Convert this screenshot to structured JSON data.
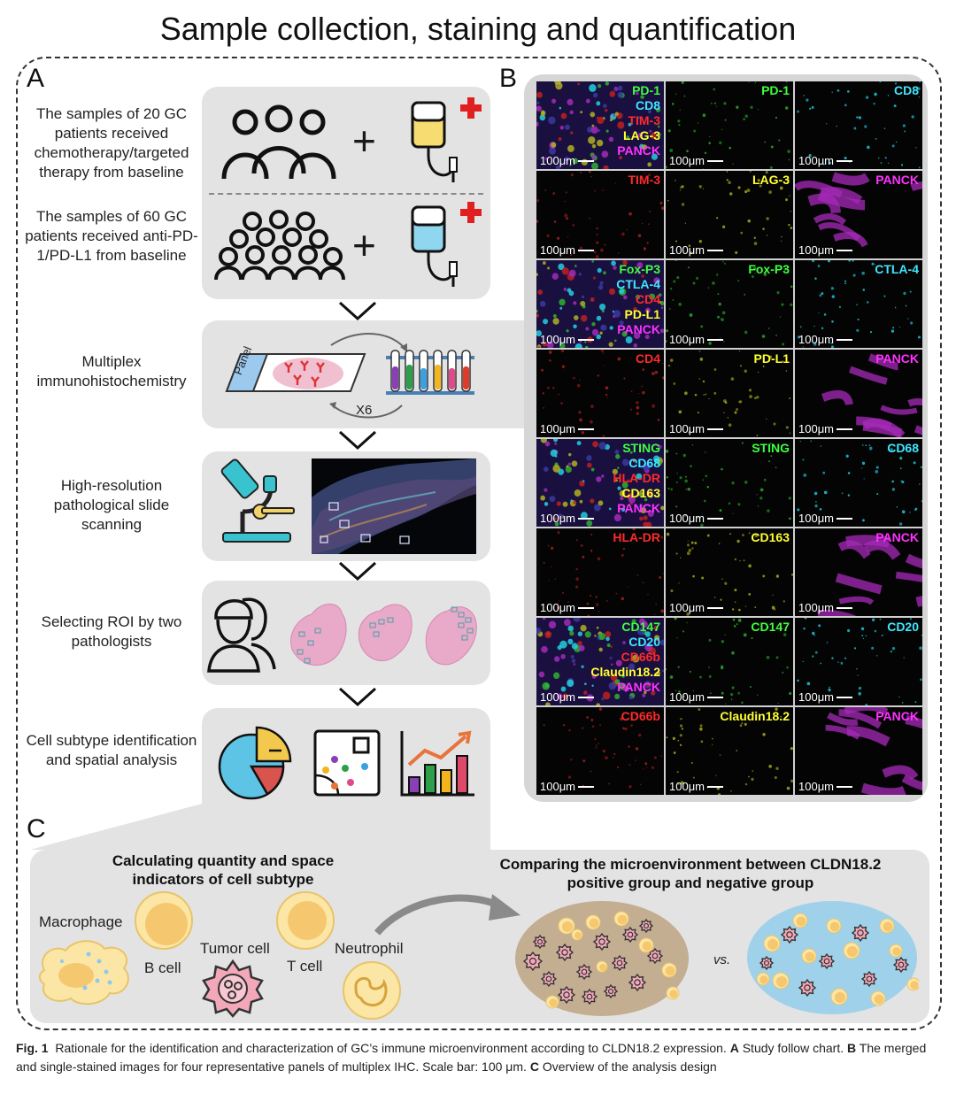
{
  "title": "Sample collection, staining and quantification",
  "section_letters": {
    "a": "A",
    "b": "B",
    "c": "C"
  },
  "panel_a": {
    "steps": [
      {
        "text": "The samples of 20 GC patients received chemotherapy/targeted therapy from baseline"
      },
      {
        "text": "The samples of 60 GC patients  received anti-PD-1/PD-L1 from baseline"
      },
      {
        "text": "Multiplex immunohistochemistry"
      },
      {
        "text": "High-resolution pathological slide scanning"
      },
      {
        "text": "Selecting ROI by two pathologists"
      },
      {
        "text": "Cell subtype identification and spatial analysis"
      }
    ],
    "panel_slide_label": "Panel",
    "cycle_label": "X6",
    "plus_sign": "+"
  },
  "panel_b": {
    "scale_text": "100μm",
    "cells": [
      {
        "labels": [
          [
            "PD-1",
            "#3dff3d"
          ],
          [
            "CD8",
            "#3fe6ff"
          ],
          [
            "TIM-3",
            "#ff2a2a"
          ],
          [
            "LAG-3",
            "#ffff33"
          ],
          [
            "PANCK",
            "#ff33ff"
          ]
        ],
        "tex": "merged"
      },
      {
        "labels": [
          [
            "PD-1",
            "#3dff3d"
          ]
        ],
        "tex": "green"
      },
      {
        "labels": [
          [
            "CD8",
            "#3fe6ff"
          ]
        ],
        "tex": "cyan"
      },
      {
        "labels": [
          [
            "TIM-3",
            "#ff2a2a"
          ]
        ],
        "tex": "red"
      },
      {
        "labels": [
          [
            "LAG-3",
            "#ffff33"
          ]
        ],
        "tex": "yellow"
      },
      {
        "labels": [
          [
            "PANCK",
            "#ff33ff"
          ]
        ],
        "tex": "magenta"
      },
      {
        "labels": [
          [
            "Fox-P3",
            "#3dff3d"
          ],
          [
            "CTLA-4",
            "#3fe6ff"
          ],
          [
            "CD4",
            "#ff2a2a"
          ],
          [
            "PD-L1",
            "#ffff33"
          ],
          [
            "PANCK",
            "#ff33ff"
          ]
        ],
        "tex": "merged"
      },
      {
        "labels": [
          [
            "Fox-P3",
            "#3dff3d"
          ]
        ],
        "tex": "green"
      },
      {
        "labels": [
          [
            "CTLA-4",
            "#3fe6ff"
          ]
        ],
        "tex": "cyan"
      },
      {
        "labels": [
          [
            "CD4",
            "#ff2a2a"
          ]
        ],
        "tex": "red"
      },
      {
        "labels": [
          [
            "PD-L1",
            "#ffff33"
          ]
        ],
        "tex": "yellow"
      },
      {
        "labels": [
          [
            "PANCK",
            "#ff33ff"
          ]
        ],
        "tex": "magenta"
      },
      {
        "labels": [
          [
            "STING",
            "#3dff3d"
          ],
          [
            "CD68",
            "#3fe6ff"
          ],
          [
            "HLA-DR",
            "#ff2a2a"
          ],
          [
            "CD163",
            "#ffff33"
          ],
          [
            "PANCK",
            "#ff33ff"
          ]
        ],
        "tex": "merged"
      },
      {
        "labels": [
          [
            "STING",
            "#3dff3d"
          ]
        ],
        "tex": "green"
      },
      {
        "labels": [
          [
            "CD68",
            "#3fe6ff"
          ]
        ],
        "tex": "cyan"
      },
      {
        "labels": [
          [
            "HLA-DR",
            "#ff2a2a"
          ]
        ],
        "tex": "red"
      },
      {
        "labels": [
          [
            "CD163",
            "#ffff33"
          ]
        ],
        "tex": "yellow"
      },
      {
        "labels": [
          [
            "PANCK",
            "#ff33ff"
          ]
        ],
        "tex": "magenta"
      },
      {
        "labels": [
          [
            "CD147",
            "#3dff3d"
          ],
          [
            "CD20",
            "#3fe6ff"
          ],
          [
            "CD66b",
            "#ff2a2a"
          ],
          [
            "Claudin18.2",
            "#ffff33"
          ],
          [
            "PANCK",
            "#ff33ff"
          ]
        ],
        "tex": "merged"
      },
      {
        "labels": [
          [
            "CD147",
            "#3dff3d"
          ]
        ],
        "tex": "green"
      },
      {
        "labels": [
          [
            "CD20",
            "#3fe6ff"
          ]
        ],
        "tex": "cyan"
      },
      {
        "labels": [
          [
            "CD66b",
            "#ff2a2a"
          ]
        ],
        "tex": "red"
      },
      {
        "labels": [
          [
            "Claudin18.2",
            "#ffff33"
          ]
        ],
        "tex": "yellow"
      },
      {
        "labels": [
          [
            "PANCK",
            "#ff33ff"
          ]
        ],
        "tex": "magenta"
      }
    ]
  },
  "panel_c": {
    "left_title": "Calculating quantity and space indicators of cell subtype",
    "right_title": "Comparing the microenvironment between CLDN18.2 positive group and negative group",
    "cell_labels": {
      "macrophage": "Macrophage",
      "b_cell": "B cell",
      "tumor_cell": "Tumor cell",
      "t_cell": "T cell",
      "neutrophil": "Neutrophil"
    },
    "vs_label": "vs."
  },
  "caption": {
    "fig_label": "Fig. 1",
    "intro": "Rationale for the identification and characterization of GC’s immune microenvironment according to CLDN18.2 expression.",
    "a_key": "A",
    "a_text": "Study follow chart.",
    "b_key": "B",
    "b_text": "The merged and single-stained images for four representative panels of multiplex IHC. Scale bar: 100 μm.",
    "c_key": "C",
    "c_text": "Overview of the analysis design"
  }
}
